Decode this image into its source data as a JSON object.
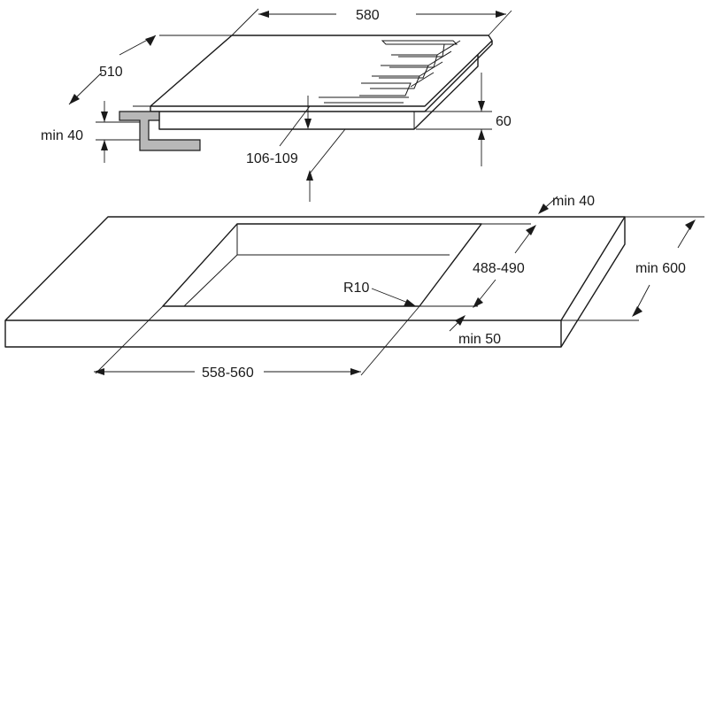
{
  "labels": {
    "hob_width": "580",
    "hob_depth": "510",
    "worktop_thickness": "min 40",
    "hob_height": "60",
    "burner_depth": "106-109",
    "back_clearance": "min 40",
    "cutout_depth": "488-490",
    "corner_radius": "R10",
    "worktop_depth": "min 600",
    "front_clearance": "min 50",
    "cutout_width": "558-560"
  },
  "colors": {
    "line": "#1a1a1a",
    "bracket_fill": "#b8b8b8",
    "background": "#ffffff"
  }
}
